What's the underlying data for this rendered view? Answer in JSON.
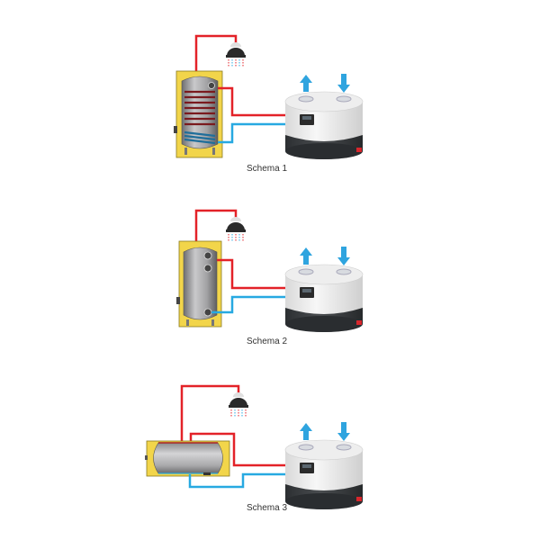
{
  "colors": {
    "hot_pipe": "#e32228",
    "cold_pipe": "#27a9e1",
    "tank_frame": "#f2d54a",
    "tank_body": "#9a9a9c",
    "heat_pump_top": "#f0f0f0",
    "heat_pump_base": "#3c3f42",
    "airflow_arrow": "#2fa4df",
    "drain_valve": "#d8262c"
  },
  "schemas": [
    {
      "id": 1,
      "caption": "Schema 1",
      "tank_type": "vertical tank with twin coil"
    },
    {
      "id": 2,
      "caption": "Schema 2",
      "tank_type": "vertical tank without coil"
    },
    {
      "id": 3,
      "caption": "Schema 3",
      "tank_type": "horizontal tank"
    }
  ],
  "icons": {
    "shower": "shower-head-icon",
    "air_out": "arrow-up-icon",
    "air_in": "arrow-down-icon"
  }
}
